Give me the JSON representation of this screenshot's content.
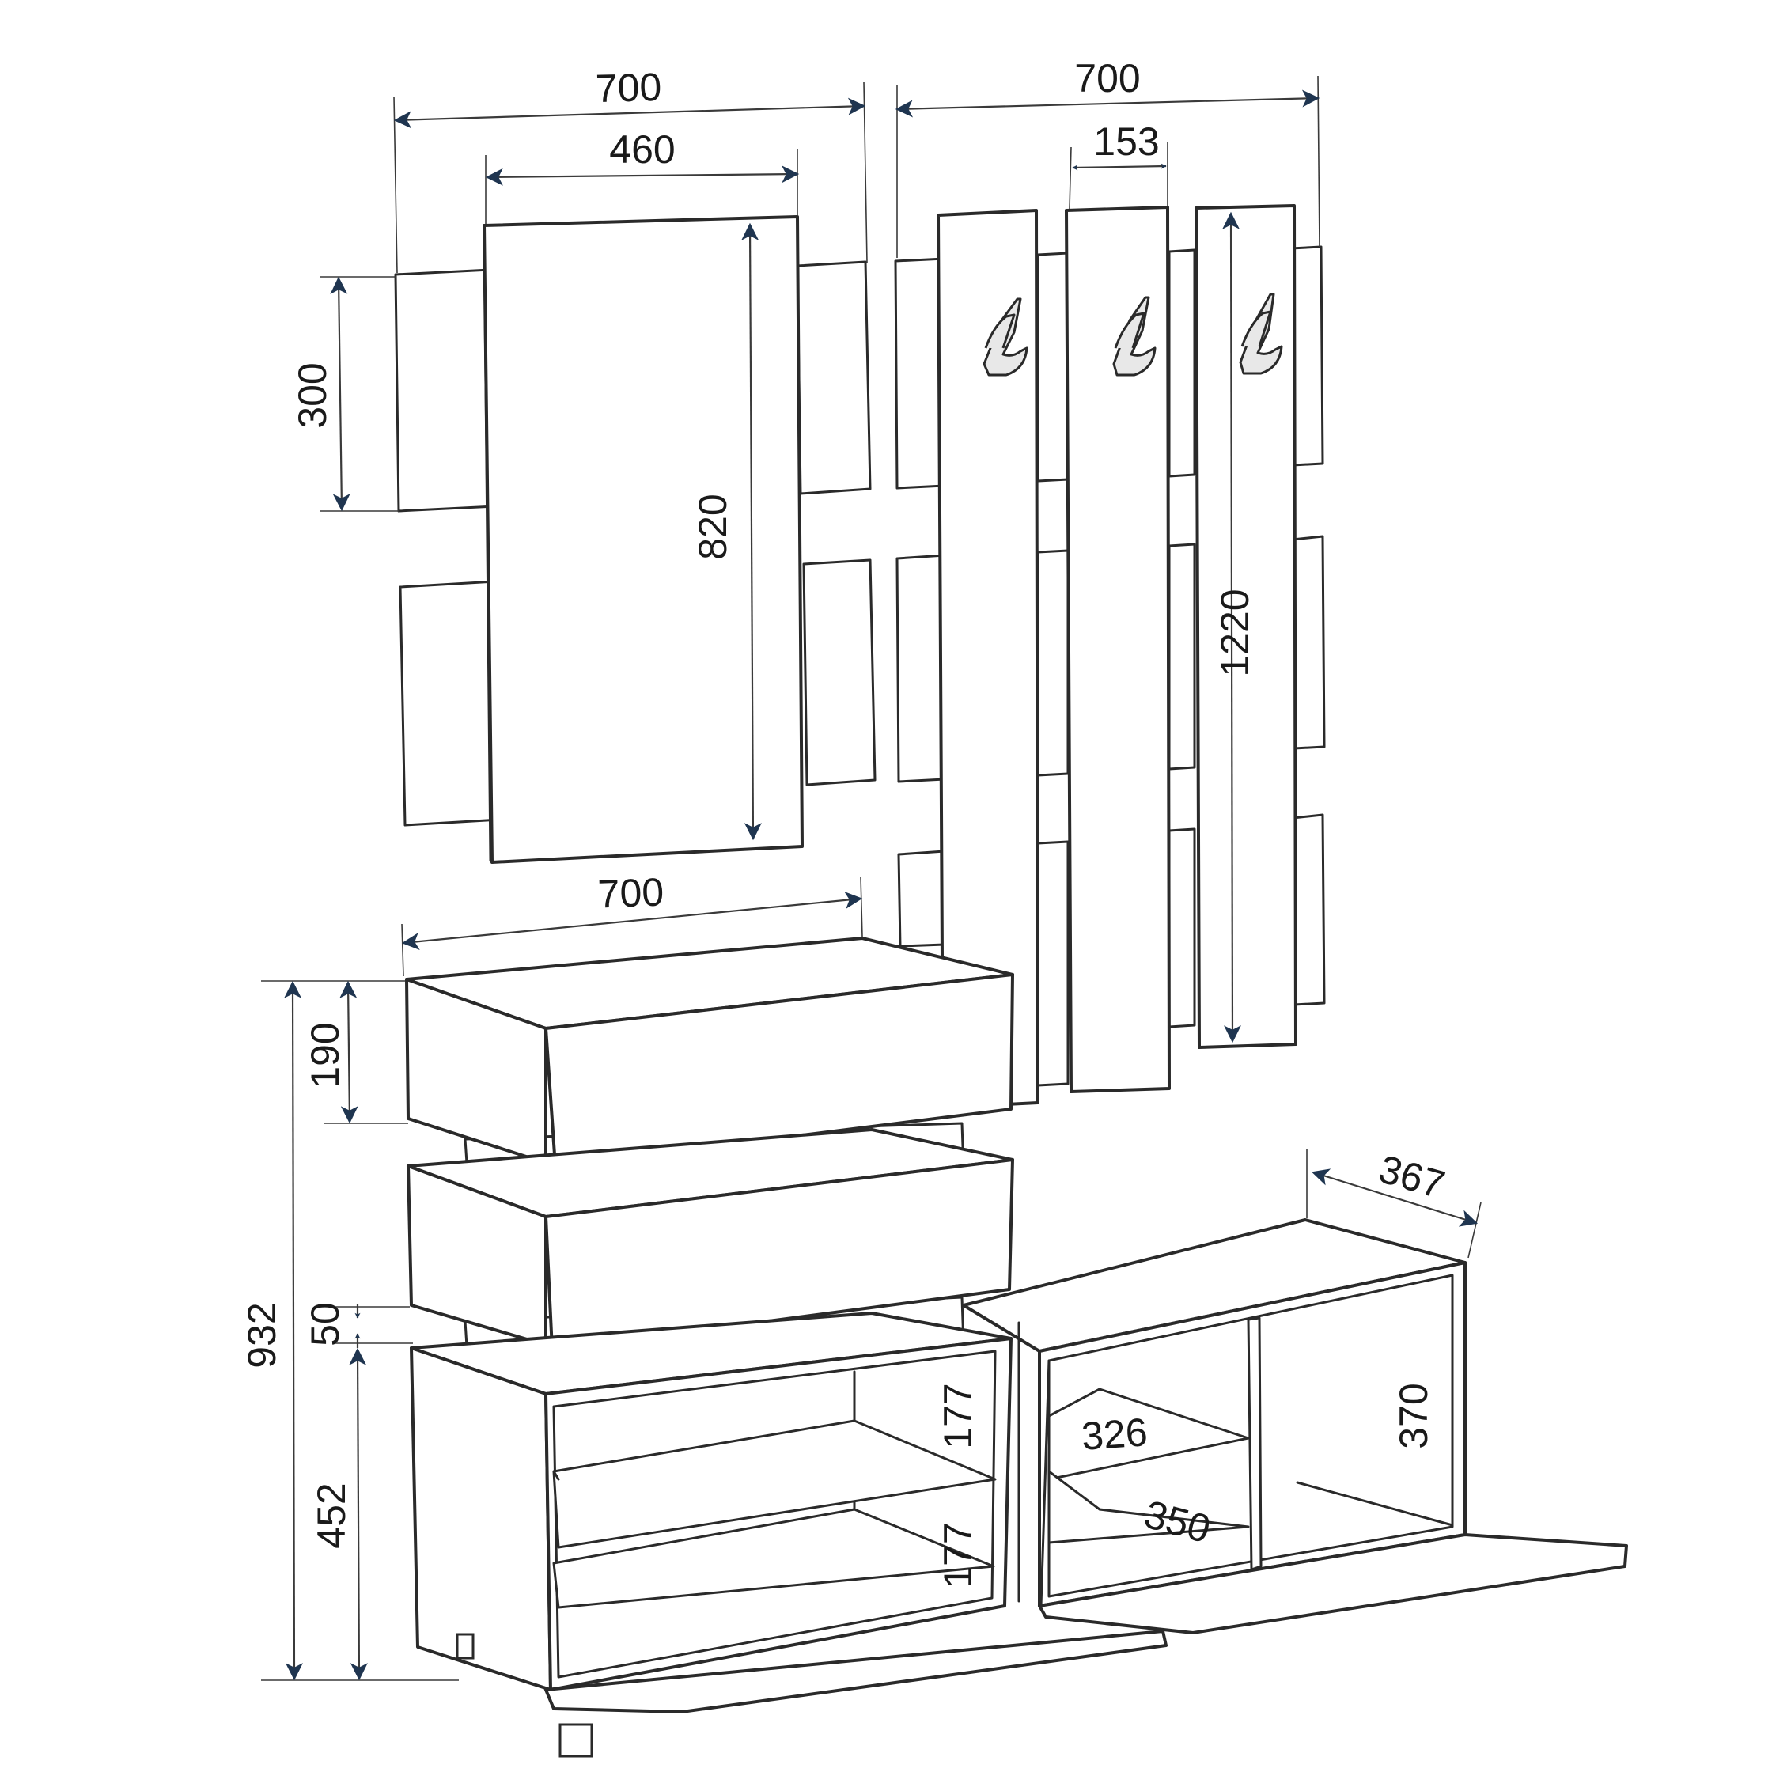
{
  "colors": {
    "outline": "#2a2a2a",
    "arrow": "#1f3550",
    "text": "#1a1a1a",
    "background": "#ffffff"
  },
  "dimensions": {
    "mirror_panel_width": "700",
    "mirror_width": "460",
    "mirror_height": "820",
    "mirror_side_panel_height": "300",
    "coat_panel_width": "700",
    "coat_strip_width": "153",
    "coat_panel_height": "1220",
    "drawer_unit_width": "700",
    "total_height": "932",
    "drawer_height": "190",
    "drawer_gap": "50",
    "shoe_cabinet_height": "452",
    "shelf_upper": "177",
    "shelf_lower": "177",
    "bench_depth": "367",
    "bench_inner_width": "326",
    "bench_inner_depth": "350",
    "bench_height": "370"
  },
  "icons": [
    "arrow-head",
    "coat-hook-icon"
  ]
}
